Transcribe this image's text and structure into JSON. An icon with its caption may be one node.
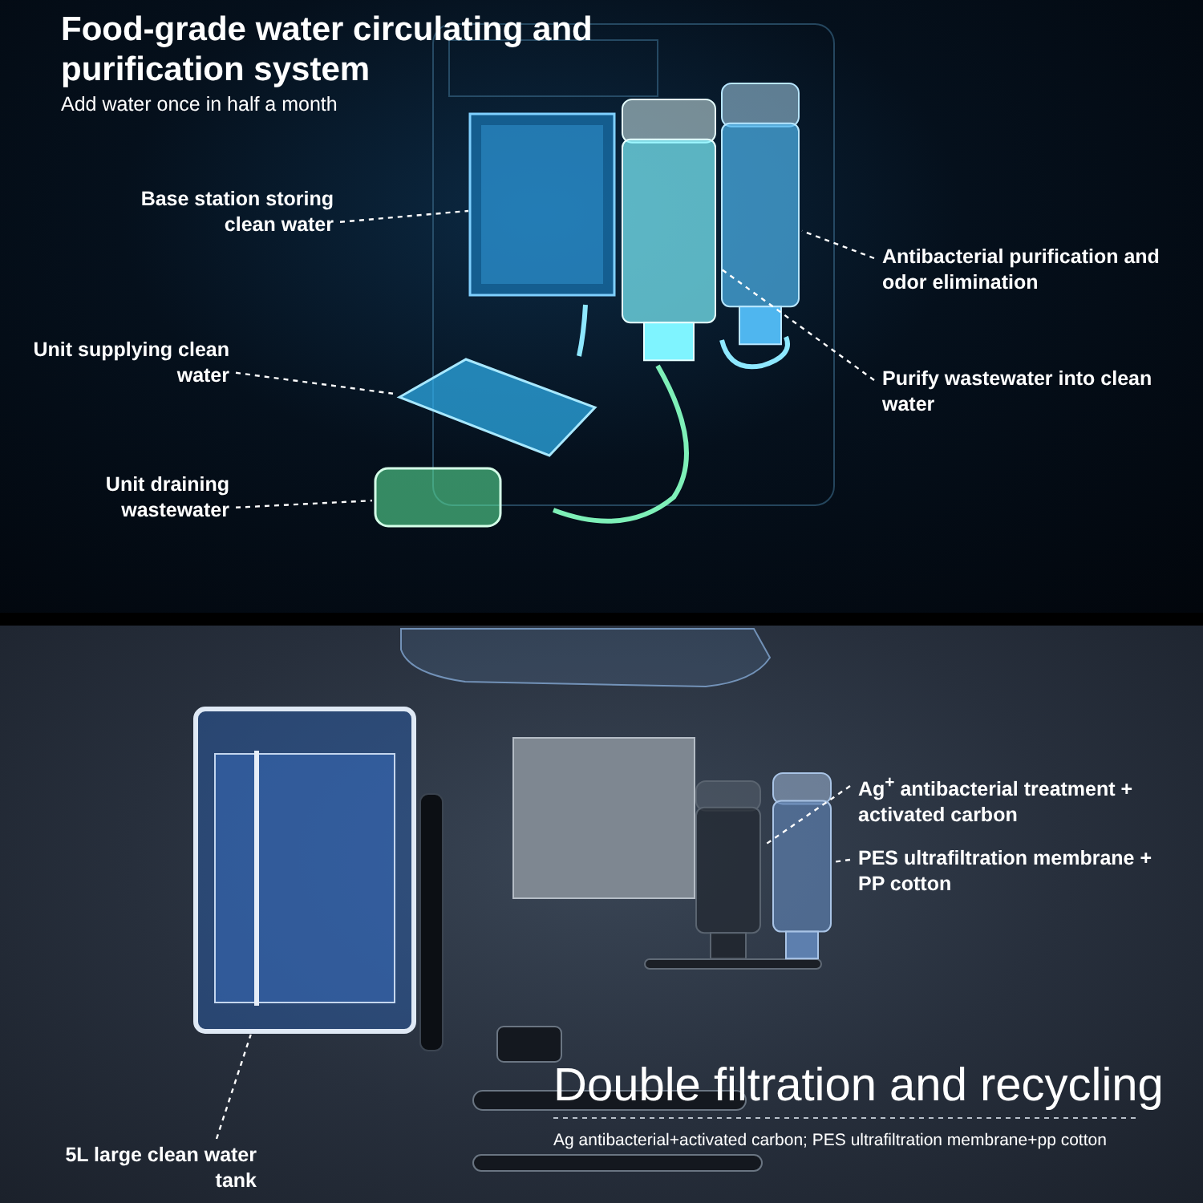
{
  "diagram": {
    "title": "Food-grade water circulating and purification system",
    "nodes": [
      {
        "text": [
          "Base station storing clean water"
        ]
      },
      {
        "text": [],
        "shape": "picture"
      },
      {
        "text": [
          "Antibacterial purification and odor elimination"
        ]
      },
      {
        "text": [],
        "shape": "cylinder"
      },
      {
        "text": [
          "Purify wastewater into clean water"
        ]
      },
      {
        "text": [],
        "shape": "cylinder"
      },
      {
        "text": [
          "Unit supplying clean water"
        ]
      },
      {
        "text": [],
        "shape": "picture"
      },
      {
        "text": [
          "Unit draining wastewater"
        ]
      },
      {
        "text": [],
        "shape": "box"
      },
      {
        "text": [
          "Ag$^{+}$ antibacterial treatment + activated carbon"
        ]
      },
      {
        "text": [],
        "shape": "cylinder"
      },
      {
        "text": [
          "PES ultrafiltration membrane + PP cotton"
        ]
      },
      {
        "text": [],
        "shape": "cylinder"
      },
      {
        "text": [
          "5L large clean water tank"
        ]
      },
      {
        "text": [],
        "shape": "picture"
      }
    ],
    "edges": [
      {
        "from": 0,
        "to": 1,
        "arrow": "none",
        "style": "dashed"
      },
      {
        "from": 2,
        "to": 3,
        "arrow": "none",
        "style": "dashed"
      },
      {
        "from": 4,
        "to": 5,
        "arrow": "none",
        "style": "dashed"
      },
      {
        "from": 6,
        "to": 7,
        "arrow": "none",
        "style": "dashed"
      },
      {
        "from": 8,
        "to": 9,
        "arrow": "none",
        "style": "dashed"
      },
      {
        "from": 10,
        "to": 11,
        "arrow": "none",
        "style": "dashed"
      },
      {
        "from": 12,
        "to": 13,
        "arrow": "none",
        "style": "dashed"
      },
      {
        "from": 14,
        "to": 15,
        "arrow": "none",
        "style": "dashed"
      }
    ],
    "labels": [
      "Add water once in half a month",
      "Double filtration and recycling",
      "Ag antibacterial+activated carbon; PES ultrafiltration membrane+pp cotton"
    ]
  }
}
